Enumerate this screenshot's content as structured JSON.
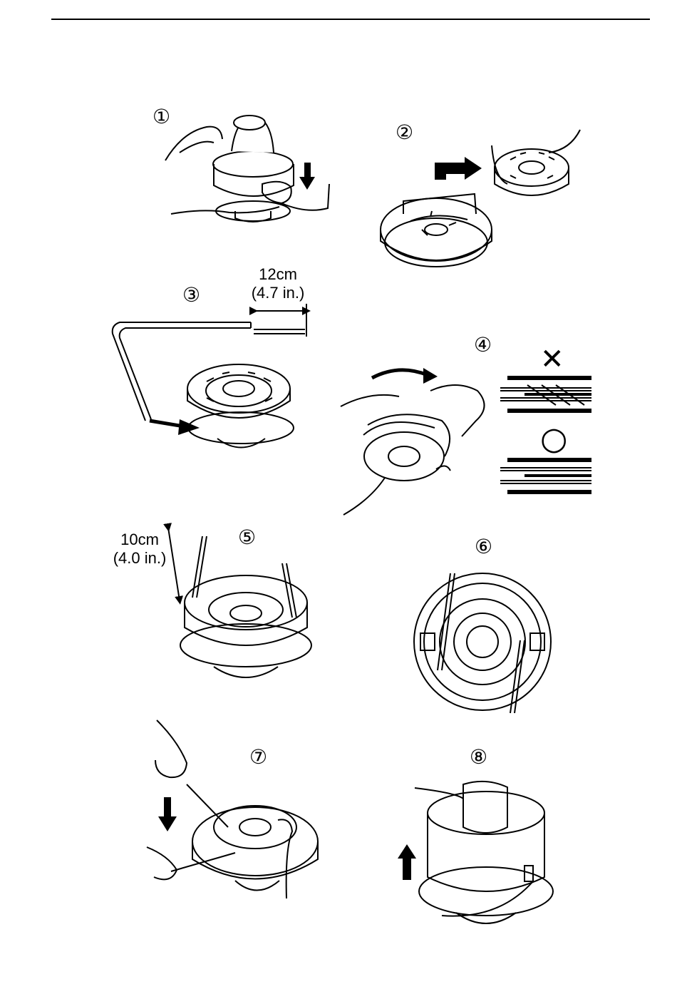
{
  "steps": [
    {
      "number": "①"
    },
    {
      "number": "②"
    },
    {
      "number": "③",
      "dimension_line1": "12cm",
      "dimension_line2": "(4.7 in.)"
    },
    {
      "number": "④",
      "wrong_mark": "✕",
      "right_mark": "○"
    },
    {
      "number": "⑤",
      "dimension_line1": "10cm",
      "dimension_line2": "(4.0 in.)"
    },
    {
      "number": "⑥"
    },
    {
      "number": "⑦"
    },
    {
      "number": "⑧"
    }
  ],
  "colors": {
    "ink": "#000000",
    "paper": "#ffffff"
  },
  "icons": [
    "arrow-down-icon",
    "arrow-right-icon",
    "arrow-up-icon",
    "curved-arrow-icon",
    "cross-icon",
    "circle-icon"
  ]
}
